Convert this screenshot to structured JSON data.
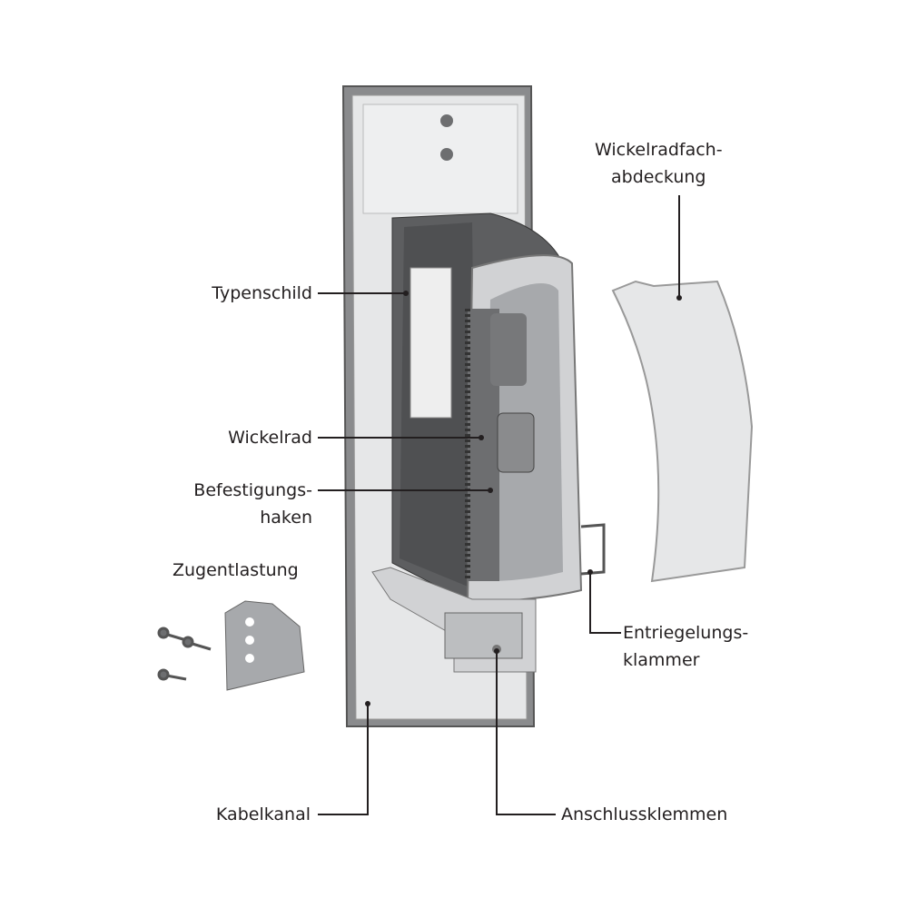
{
  "labels": {
    "cover_line1": "Wickelradfach-",
    "cover_line2": "abdeckung",
    "type_plate": "Typenschild",
    "winding_wheel": "Wickelrad",
    "hook_line1": "Befestigungs-",
    "hook_line2": "haken",
    "strain_relief": "Zugentlastung",
    "clip_line1": "Entriegelungs-",
    "clip_line2": "klammer",
    "cable_channel": "Kabelkanal",
    "terminals": "Anschlussklemmen"
  }
}
